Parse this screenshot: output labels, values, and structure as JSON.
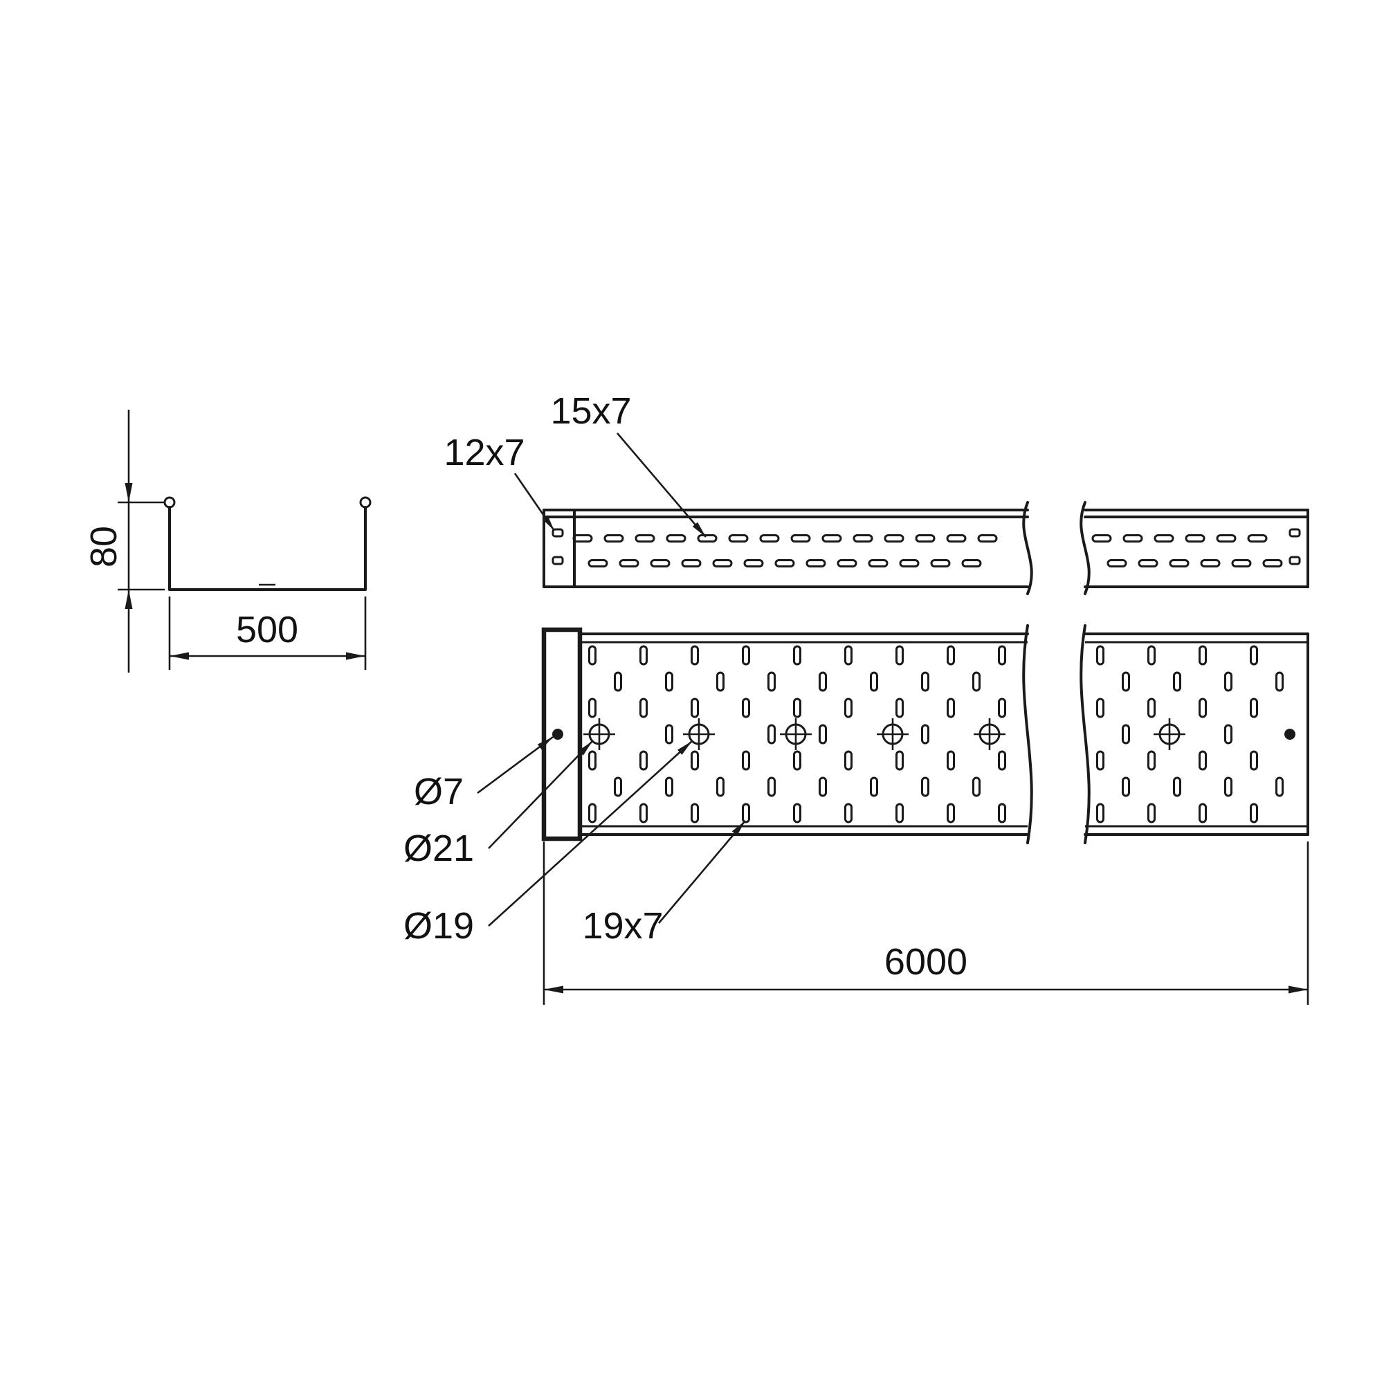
{
  "drawing": {
    "colors": {
      "line": "#1a1a1a",
      "background": "#ffffff"
    },
    "dimensions": {
      "height": "80",
      "width": "500",
      "length": "6000"
    },
    "labels": {
      "end_slot": "12x7",
      "side_slot": "15x7",
      "hole_small": "Ø7",
      "hole_large": "Ø21",
      "hole_medium": "Ø19",
      "base_slot": "19x7"
    }
  }
}
